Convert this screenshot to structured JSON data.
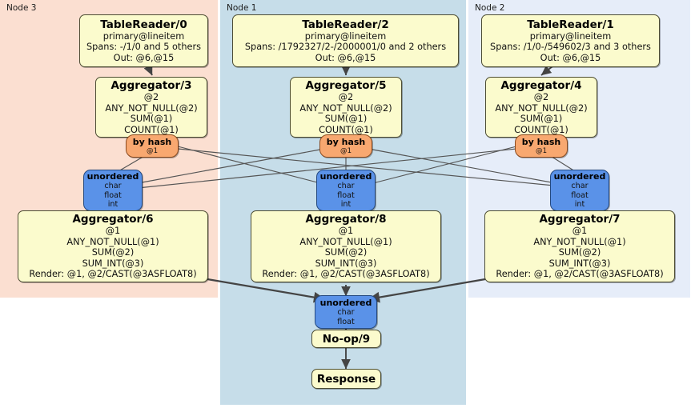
{
  "panels": [
    {
      "id": "node3",
      "label": "Node 3",
      "color": "#fbdfd1"
    },
    {
      "id": "node1",
      "label": "Node 1",
      "color": "#c6dde9"
    },
    {
      "id": "node2",
      "label": "Node 2",
      "color": "#e6edf9"
    }
  ],
  "readers": {
    "r0": {
      "title": "TableReader/0",
      "l1": "primary@lineitem",
      "l2": "Spans: -/1/0 and 5 others",
      "l3": "Out: @6,@15"
    },
    "r2": {
      "title": "TableReader/2",
      "l1": "primary@lineitem",
      "l2": "Spans: /1792327/2-/2000001/0 and 2 others",
      "l3": "Out: @6,@15"
    },
    "r1": {
      "title": "TableReader/1",
      "l1": "primary@lineitem",
      "l2": "Spans: /1/0-/549602/3 and 3 others",
      "l3": "Out: @6,@15"
    }
  },
  "aggregators_top": {
    "a3": {
      "title": "Aggregator/3",
      "l1": "@2",
      "l2": "ANY_NOT_NULL(@2)",
      "l3": "SUM(@1)",
      "l4": "COUNT(@1)"
    },
    "a5": {
      "title": "Aggregator/5",
      "l1": "@2",
      "l2": "ANY_NOT_NULL(@2)",
      "l3": "SUM(@1)",
      "l4": "COUNT(@1)"
    },
    "a4": {
      "title": "Aggregator/4",
      "l1": "@2",
      "l2": "ANY_NOT_NULL(@2)",
      "l3": "SUM(@1)",
      "l4": "COUNT(@1)"
    }
  },
  "hash_routers": {
    "h_left": {
      "title": "by hash",
      "l1": "@1"
    },
    "h_mid": {
      "title": "by hash",
      "l1": "@1"
    },
    "h_right": {
      "title": "by hash",
      "l1": "@1"
    }
  },
  "unordered_mid": {
    "u_left": {
      "title": "unordered",
      "l1": "char",
      "l2": "float",
      "l3": "int"
    },
    "u_mid": {
      "title": "unordered",
      "l1": "char",
      "l2": "float",
      "l3": "int"
    },
    "u_right": {
      "title": "unordered",
      "l1": "char",
      "l2": "float",
      "l3": "int"
    }
  },
  "aggregators_bottom": {
    "a6": {
      "title": "Aggregator/6",
      "l1": "@1",
      "l2": "ANY_NOT_NULL(@1)",
      "l3": "SUM(@2)",
      "l4": "SUM_INT(@3)",
      "l5": "Render: @1, @2/CAST(@3ASFLOAT8)"
    },
    "a8": {
      "title": "Aggregator/8",
      "l1": "@1",
      "l2": "ANY_NOT_NULL(@1)",
      "l3": "SUM(@2)",
      "l4": "SUM_INT(@3)",
      "l5": "Render: @1, @2/CAST(@3ASFLOAT8)"
    },
    "a7": {
      "title": "Aggregator/7",
      "l1": "@1",
      "l2": "ANY_NOT_NULL(@1)",
      "l3": "SUM(@2)",
      "l4": "SUM_INT(@3)",
      "l5": "Render: @1, @2/CAST(@3ASFLOAT8)"
    }
  },
  "final": {
    "u_final": {
      "title": "unordered",
      "l1": "char",
      "l2": "float"
    },
    "noop": {
      "title": "No-op/9"
    },
    "response": {
      "title": "Response"
    }
  },
  "colors": {
    "processor_fill": "#fbfbcd",
    "processor_stroke": "#4d4d33",
    "hash_fill": "#f8a870",
    "hash_stroke": "#8a4a1f",
    "router_fill": "#5a92e8",
    "router_stroke": "#24497f",
    "edge": "#444444",
    "node3_bg": "#fbdfd1",
    "node1_bg": "#c6dde9",
    "node2_bg": "#e6edf9"
  }
}
